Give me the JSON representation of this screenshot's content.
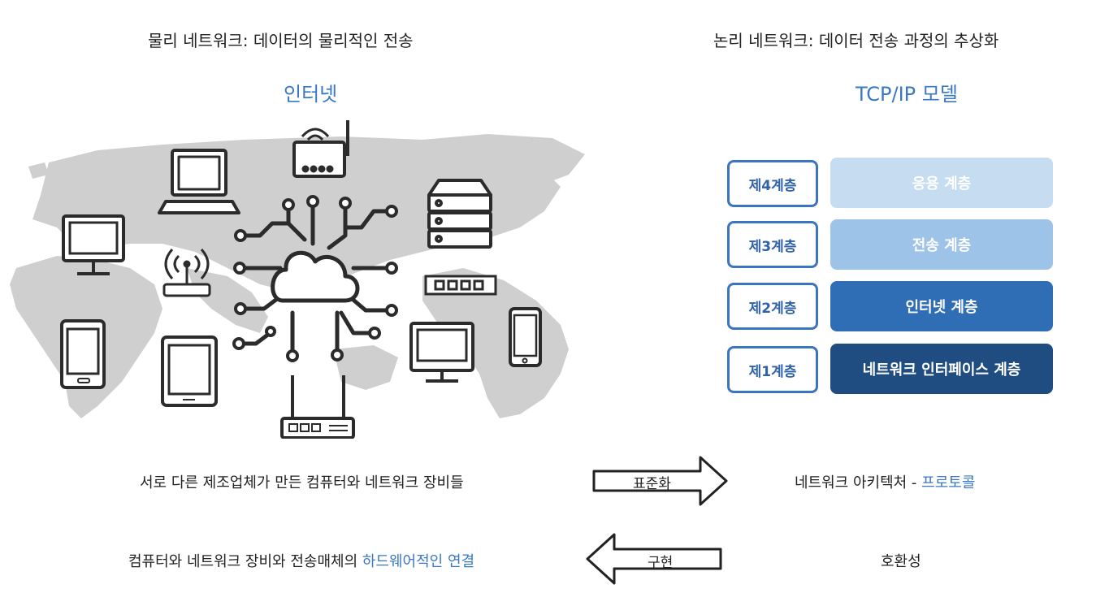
{
  "left": {
    "header": "물리 네트워크: 데이터의 물리적인 전송",
    "subtitle": "인터넷"
  },
  "right": {
    "header": "논리 네트워크: 데이터 전송 과정의 추상화",
    "subtitle": "TCP/IP 모델"
  },
  "layers": [
    {
      "label": "제4계층",
      "name": "응용 계층",
      "color": "#c5dcf1"
    },
    {
      "label": "제3계층",
      "name": "전송 계층",
      "color": "#9dc3e8"
    },
    {
      "label": "제2계층",
      "name": "인터넷 계층",
      "color": "#2f6db5"
    },
    {
      "label": "제1계층",
      "name": "네트워크 인터페이스 계층",
      "color": "#1f4d82"
    }
  ],
  "row1": {
    "left_text": "서로 다른 제조업체가 만든 컴퓨터와 네트워크 장비들",
    "arrow_label": "표준화",
    "right_text": "네트워크 아키텍처 - ",
    "right_highlight": "프로토콜"
  },
  "row2": {
    "left_text": "컴퓨터와 네트워크 장비와 전송매체의 ",
    "left_highlight": "하드웨어적인 연결",
    "arrow_label": "구현",
    "right_text": "호환성"
  },
  "colors": {
    "accent": "#3a78c4",
    "map": "#cfcfcf",
    "device_stroke": "#2b2b2b"
  },
  "icons": [
    "world-map",
    "cloud-icon",
    "laptop-icon",
    "wifi-router-icon",
    "server-rack-icon",
    "monitor-icon",
    "wifi-antenna-icon",
    "network-switch-icon",
    "tablet-icon",
    "smartphone-icon",
    "router-icon"
  ]
}
